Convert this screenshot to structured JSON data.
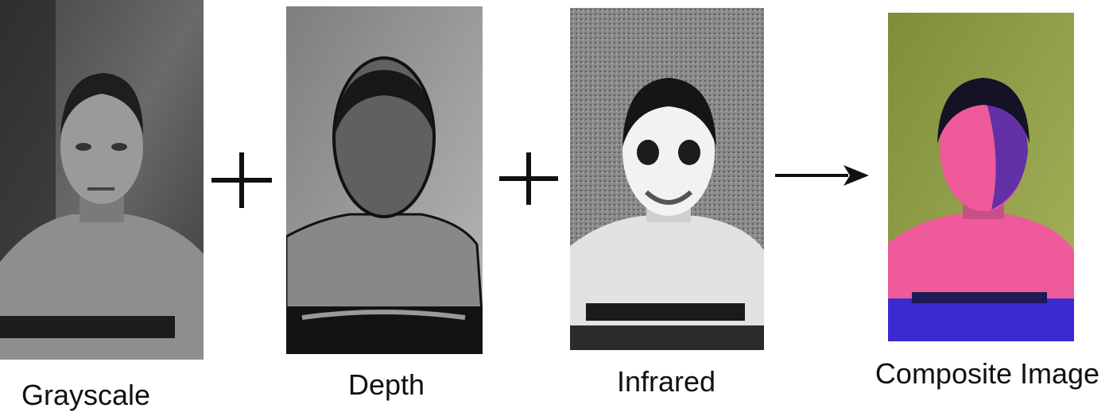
{
  "diagram": {
    "panels": [
      {
        "id": "grayscale",
        "caption": "Grayscale",
        "modality": "grayscale photograph"
      },
      {
        "id": "depth",
        "caption": "Depth",
        "modality": "depth map"
      },
      {
        "id": "infrared",
        "caption": "Infrared",
        "modality": "infrared image"
      },
      {
        "id": "composite",
        "caption": "Composite Image",
        "modality": "false-color composite"
      }
    ],
    "operators": [
      "plus-icon",
      "plus-icon",
      "arrow-right-icon"
    ],
    "colors": {
      "composite_background": "#8f9e48",
      "composite_skin": "#ee5a9a",
      "composite_shadow": "#3a2ad0",
      "operator": "#111111"
    }
  }
}
